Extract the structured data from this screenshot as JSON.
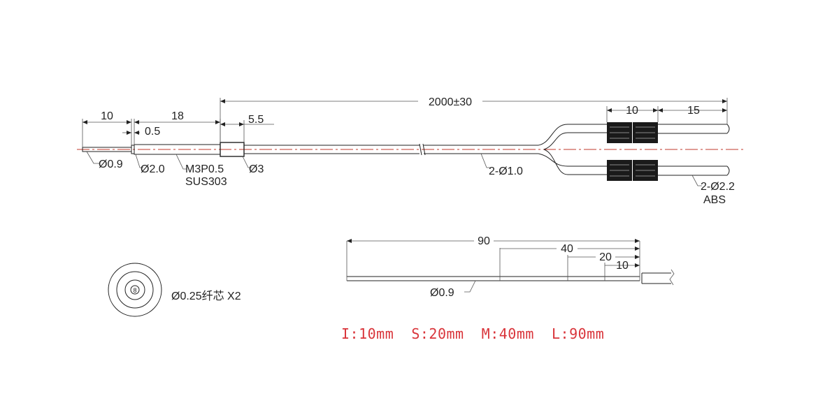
{
  "main_drawing": {
    "dimensions": {
      "total_length": "2000±30",
      "tip_length": "10",
      "thread_length": "18",
      "step_length": "0.5",
      "collar_length": "5.5",
      "connector_length": "10",
      "cable_end_length": "15"
    },
    "callouts": {
      "tip_diameter": "Ø0.9",
      "thread_diameter": "Ø2.0",
      "thread_spec": "M3P0.5",
      "material": "SUS303",
      "collar_diameter": "Ø3",
      "cable_spec": "2-Ø1.0",
      "connector_spec": "2-Ø2.2",
      "connector_material": "ABS"
    }
  },
  "cross_section": {
    "center_mark": "8",
    "label": "Ø0.25纤芯 X2"
  },
  "probe_detail": {
    "dimensions": {
      "l_length": "90",
      "m_length": "40",
      "s_length": "20",
      "i_length": "10"
    },
    "probe_diameter": "Ø0.9"
  },
  "length_legend": {
    "text": "I:10mm  S:20mm  M:40mm  L:90mm",
    "color": "#d9343a"
  },
  "colors": {
    "line": "#222222",
    "centerline": "#c0392b",
    "accent": "#d9343a"
  }
}
